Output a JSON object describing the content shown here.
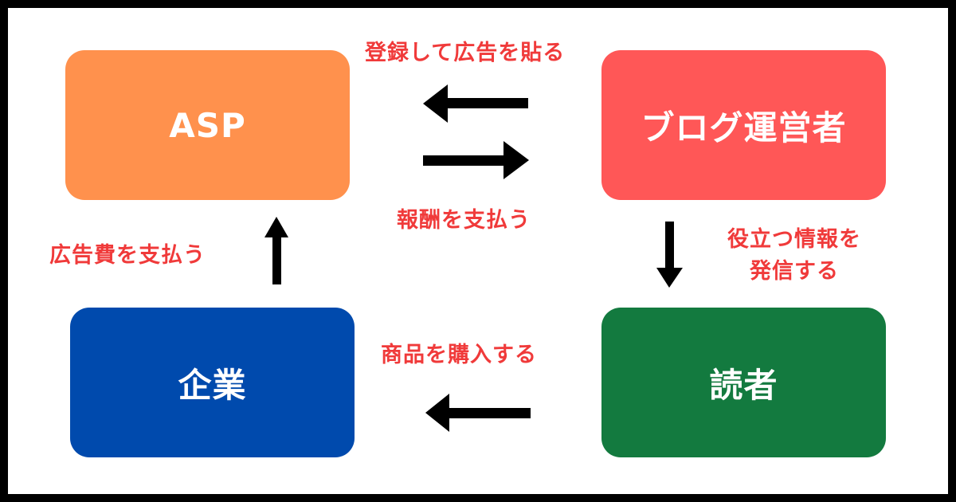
{
  "nodes": {
    "asp": {
      "label": "ASP",
      "color": "#ff914d"
    },
    "blogger": {
      "label": "ブログ運営者",
      "color": "#ff5757"
    },
    "company": {
      "label": "企業",
      "color": "#004aad"
    },
    "reader": {
      "label": "読者",
      "color": "#137a3f"
    }
  },
  "edges": {
    "blogger_to_asp": {
      "label": "登録して広告を貼る"
    },
    "asp_to_blogger": {
      "label": "報酬を支払う"
    },
    "company_to_asp": {
      "label": "広告費を支払う"
    },
    "blogger_to_reader": {
      "line1": "役立つ情報を",
      "line2": "発信する"
    },
    "reader_to_company": {
      "label": "商品を購入する"
    }
  },
  "colors": {
    "label_red": "#f03a3a",
    "arrow": "#000000",
    "frame": "#000000"
  }
}
